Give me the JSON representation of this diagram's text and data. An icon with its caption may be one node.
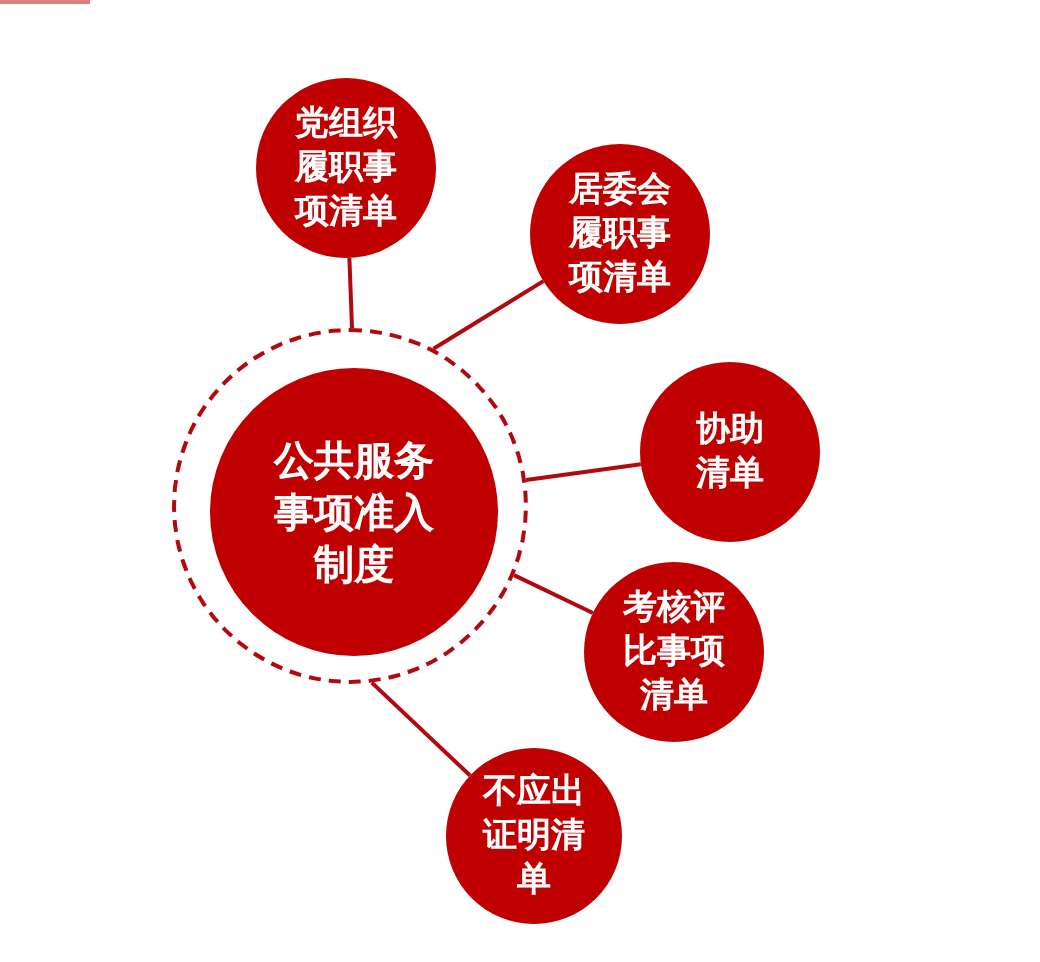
{
  "diagram": {
    "nodes": [
      {
        "text": [],
        "shape": "circle"
      },
      {
        "text": [
          "公共服务事项准入制度"
        ],
        "in": 0
      },
      {
        "text": [
          "党组织履职事项清单"
        ]
      },
      {
        "text": [
          "居委会履职事项清单"
        ]
      },
      {
        "text": [
          "协助清单"
        ]
      },
      {
        "text": [
          "考核评比事项清单"
        ]
      },
      {
        "text": [
          "不应出证明清单"
        ]
      }
    ],
    "edges": [
      {
        "from": 0,
        "to": 2,
        "arrow": "none"
      },
      {
        "from": 0,
        "to": 3,
        "arrow": "none"
      },
      {
        "from": 0,
        "to": 4,
        "arrow": "none"
      },
      {
        "from": 0,
        "to": 5,
        "arrow": "none"
      },
      {
        "from": 0,
        "to": 6,
        "arrow": "none"
      }
    ]
  }
}
